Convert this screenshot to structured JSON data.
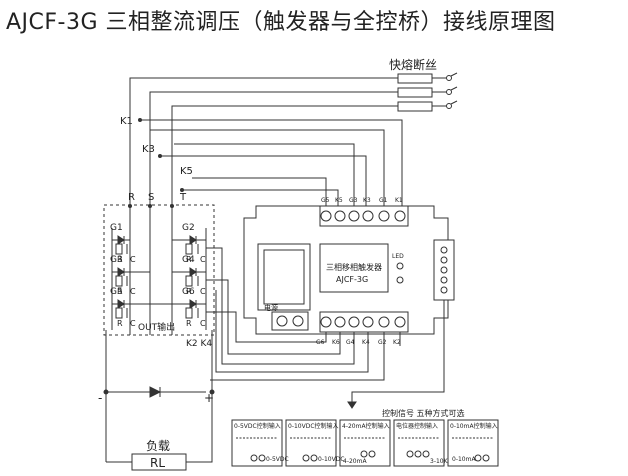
{
  "title": "AJCF-3G 三相整流调压（触发器与全控桥）接线原理图",
  "fuse_label": "快熔断丝",
  "line_labels": {
    "k1": "K1",
    "k3": "K3",
    "k5": "K5"
  },
  "phase_labels": {
    "r": "R",
    "s": "S",
    "t": "T"
  },
  "thyristors": {
    "g1": "G1",
    "g2": "G2",
    "g3": "G3",
    "g4": "G4",
    "g5": "G5",
    "g6": "G6"
  },
  "rc": {
    "r": "R",
    "c": "C"
  },
  "output_label": "OUT输出",
  "k2k4_label": "K2 K4",
  "minus_sign": "-",
  "plus_sign": "+",
  "load_label": "负载",
  "load_box": "RL",
  "module": {
    "top_terminals": [
      "G5",
      "K5",
      "G3",
      "K3",
      "G1",
      "K1"
    ],
    "bottom_terminals": [
      "G6",
      "K6",
      "G4",
      "K4",
      "G2",
      "K2"
    ],
    "name_line1": "三相移相触发器",
    "name_line2": "AJCF-3G",
    "led_label": "LED",
    "power_label": "电源"
  },
  "control": {
    "caption": "控制信号 五种方式可选",
    "boxes": [
      {
        "title": "0-5VDC控制输入",
        "value": "0-5VDC"
      },
      {
        "title": "0-10VDC控制输入",
        "value": "0-10VDC"
      },
      {
        "title": "4-20mA控制输入",
        "value": "4-20mA"
      },
      {
        "title": "电位器控制输入",
        "value": "3-10K"
      },
      {
        "title": "0-10mA控制输入",
        "value": "0-10mA"
      }
    ]
  }
}
